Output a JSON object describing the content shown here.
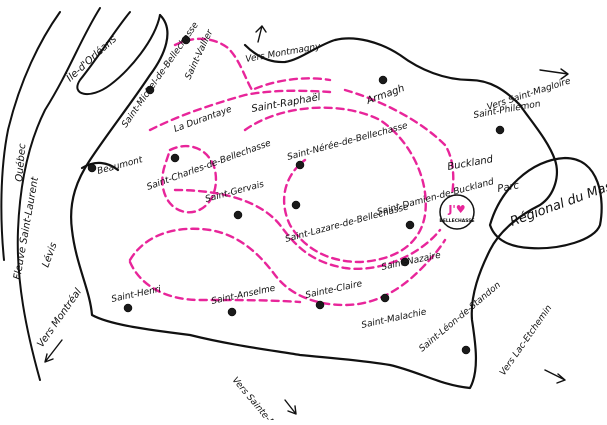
{
  "map": {
    "water_labels": {
      "ile": "Île-d'Orléans",
      "quebec": "Québec",
      "fleuve": "Fleuve Saint-Laurent",
      "levis": "Lévis"
    },
    "places": {
      "saint_michel": "Saint-Michel-de-Bellechasse",
      "saint_vallier": "Saint-Vallier",
      "beaumont": "Beaumont",
      "la_durantaye": "La Durantaye",
      "saint_charles": "Saint-Charles-de-Bellechasse",
      "saint_raphael": "Saint-Raphaël",
      "armagh": "Armagh",
      "saint_nerée": "Saint-Nérée-de-Bellechasse",
      "saint_gervais": "Saint-Gervais",
      "saint_lazare": "Saint-Lazare-de-Bellechasse",
      "saint_damien": "Saint-Damien-de-Buckland",
      "buckland": "Buckland",
      "saint_philemon": "Saint-Philémon",
      "parc": "Parc",
      "saint_henri": "Saint-Henri",
      "saint_anselme": "Saint-Anselme",
      "sainte_claire": "Sainte-Claire",
      "saint_nazaire": "Saint-Nazaire",
      "saint_malachie": "Saint-Malachie",
      "saint_leon": "Saint-Léon-de-Standon"
    },
    "directions": {
      "vers_montmagny": "Vers Montmagny",
      "vers_saint_magloire": "Vers Saint-Magloire",
      "vers_montreal": "Vers Montréal",
      "vers_sainte_marie": "Vers Sainte-Marie",
      "vers_lac_etchemin": "Vers Lac-Etchemin"
    },
    "park_label": "Régional du Massif du Sud",
    "logo": {
      "text": "J'♥",
      "subtext": "BELLECHASSE"
    },
    "colors": {
      "route": "#e8259a",
      "ink": "#111111",
      "background": "#ffffff"
    }
  }
}
